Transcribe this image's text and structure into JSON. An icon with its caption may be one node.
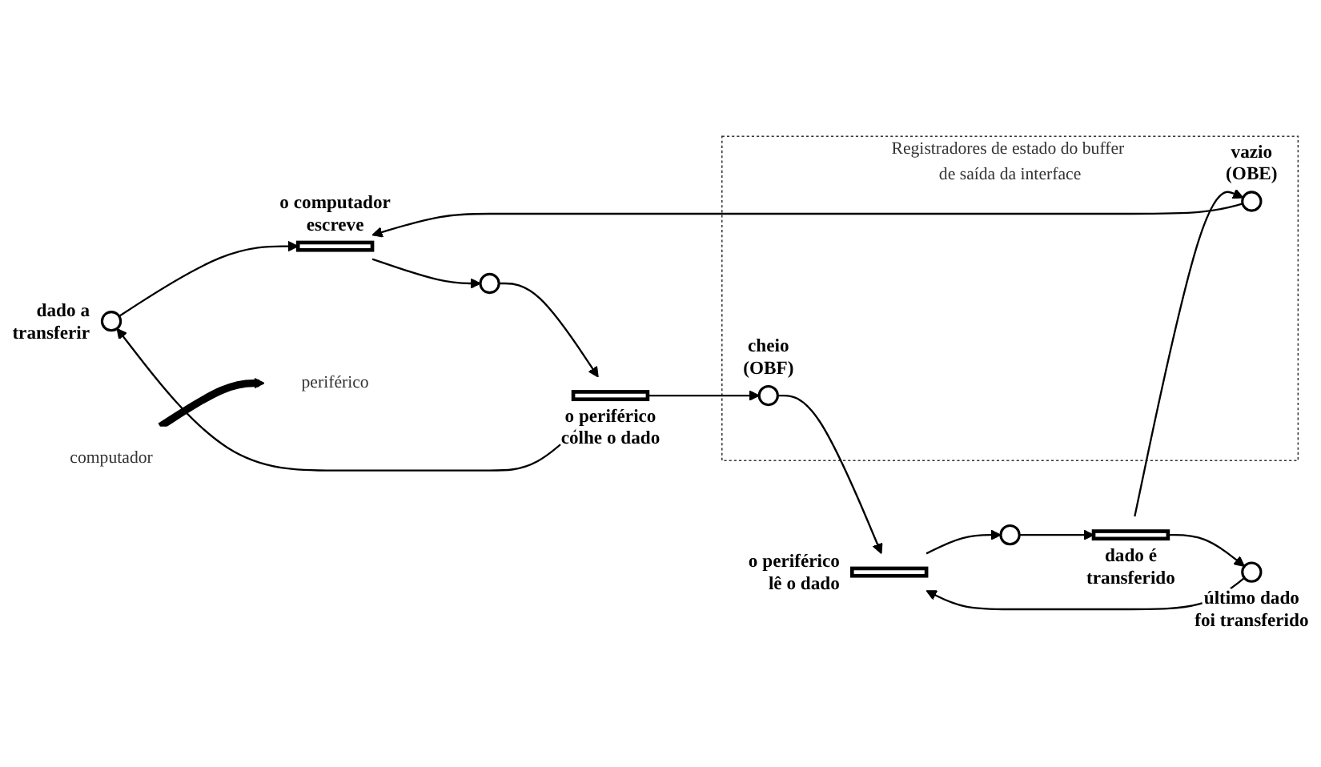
{
  "diagram": {
    "nodes": [
      {
        "text": [],
        "shape": "circle",
        "beside": [
          "dado a transferir"
        ]
      },
      {
        "text": [
          "Registradores de estado do buffer de saída da interface"
        ]
      },
      {
        "text": [],
        "shape": "circle",
        "in": 1,
        "beside": [
          "vazio (OBE)"
        ]
      },
      {
        "text": [],
        "shape": "bar",
        "beside": [
          "o computador escreve"
        ]
      },
      {
        "text": [],
        "shape": "circle"
      },
      {
        "text": [],
        "shape": "bar",
        "beside": [
          "o periférico colhe o dado"
        ]
      },
      {
        "text": [],
        "shape": "circle",
        "in": 1,
        "beside": [
          "cheio (OBF)"
        ]
      },
      {
        "text": [],
        "shape": "circle",
        "beside": [
          "último dado foi transferido"
        ]
      },
      {
        "text": [],
        "shape": "bar",
        "beside": [
          "o periférico lê o dado"
        ]
      },
      {
        "text": [],
        "shape": "circle"
      },
      {
        "text": [],
        "shape": "bar",
        "beside": [
          "dado é transferido"
        ]
      },
      {
        "text": [
          "computador"
        ]
      },
      {
        "text": [
          "periférico"
        ]
      }
    ],
    "edges": [
      {
        "from": 0,
        "to": 3,
        "arrow": "to"
      },
      {
        "from": 2,
        "to": 3,
        "arrow": "to"
      },
      {
        "from": 3,
        "to": 4,
        "arrow": "to"
      },
      {
        "from": 4,
        "to": 5,
        "arrow": "to"
      },
      {
        "from": 5,
        "to": 0,
        "arrow": "to"
      },
      {
        "from": 5,
        "to": 6,
        "arrow": "to"
      },
      {
        "from": 6,
        "to": 8,
        "arrow": "to"
      },
      {
        "from": 7,
        "to": 8,
        "arrow": "to"
      },
      {
        "from": 8,
        "to": 9,
        "arrow": "to"
      },
      {
        "from": 9,
        "to": 10,
        "arrow": "to"
      },
      {
        "from": 10,
        "to": 2,
        "arrow": "to"
      },
      {
        "from": 10,
        "to": 7,
        "arrow": "to"
      },
      {
        "from": 11,
        "to": 12,
        "arrow": "to",
        "style": "thick"
      }
    ]
  }
}
